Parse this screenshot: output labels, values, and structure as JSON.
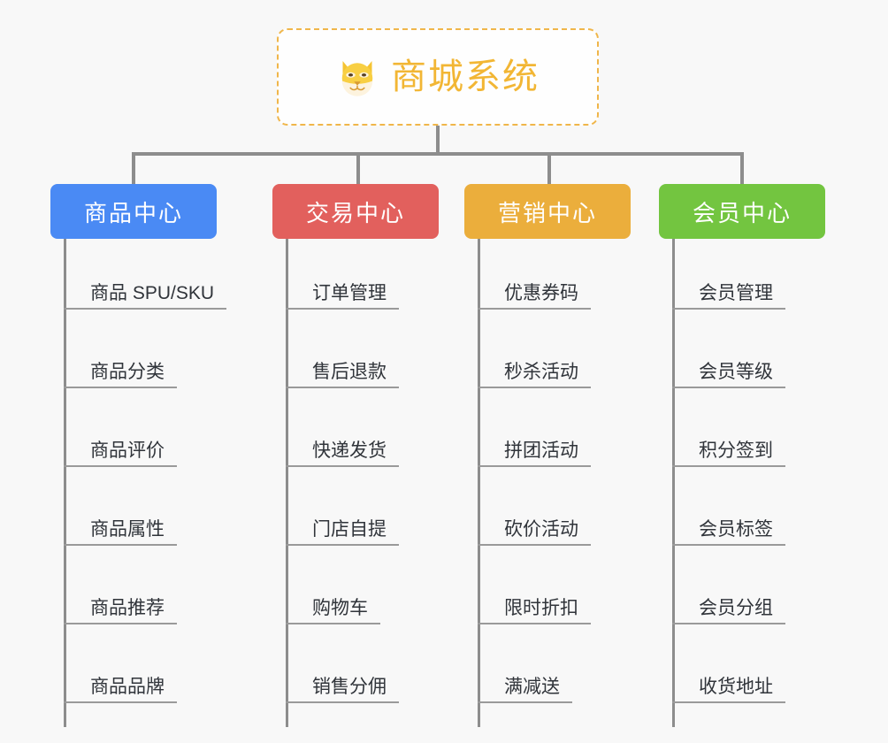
{
  "background_color": "#f8f8f8",
  "root": {
    "title": "商城系统",
    "icon": "shiba-dog-face-icon",
    "text_color": "#f2b634",
    "border_color": "#f0b64a"
  },
  "branches": [
    {
      "id": "product-center",
      "label": "商品中心",
      "color": "#4a8af4",
      "items": [
        {
          "label": "商品 SPU/SKU"
        },
        {
          "label": "商品分类"
        },
        {
          "label": "商品评价"
        },
        {
          "label": "商品属性"
        },
        {
          "label": "商品推荐"
        },
        {
          "label": "商品品牌"
        }
      ]
    },
    {
      "id": "trade-center",
      "label": "交易中心",
      "color": "#e2605d",
      "items": [
        {
          "label": "订单管理"
        },
        {
          "label": "售后退款"
        },
        {
          "label": "快递发货"
        },
        {
          "label": "门店自提"
        },
        {
          "label": "购物车"
        },
        {
          "label": "销售分佣"
        }
      ]
    },
    {
      "id": "marketing-center",
      "label": "营销中心",
      "color": "#ebae3c",
      "items": [
        {
          "label": "优惠券码"
        },
        {
          "label": "秒杀活动"
        },
        {
          "label": "拼团活动"
        },
        {
          "label": "砍价活动"
        },
        {
          "label": "限时折扣"
        },
        {
          "label": "满减送"
        }
      ]
    },
    {
      "id": "member-center",
      "label": "会员中心",
      "color": "#73c540",
      "items": [
        {
          "label": "会员管理"
        },
        {
          "label": "会员等级"
        },
        {
          "label": "积分签到"
        },
        {
          "label": "会员标签"
        },
        {
          "label": "会员分组"
        },
        {
          "label": "收货地址"
        }
      ]
    }
  ]
}
